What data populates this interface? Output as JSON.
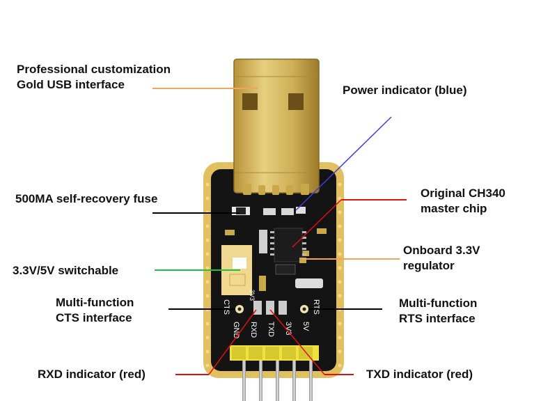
{
  "labels": {
    "usb": [
      "Professional customization",
      "Gold USB interface"
    ],
    "power": "Power indicator (blue)",
    "fuse": "500MA self-recovery fuse",
    "chip": [
      "Original CH340",
      "master chip"
    ],
    "regulator": [
      "Onboard 3.3V",
      "regulator"
    ],
    "switch": "3.3V/5V switchable",
    "cts": [
      "Multi-function",
      "CTS interface"
    ],
    "rts": [
      "Multi-function",
      "RTS interface"
    ],
    "rxd_led": "RXD indicator (red)",
    "txd_led": "TXD indicator (red)"
  },
  "silkscreen": {
    "cts": "CTS",
    "rts": "RTS",
    "gnd": "GND",
    "rxd": "RXD",
    "txd": "TXD",
    "v33": "3V3",
    "v5": "5V",
    "switch_marks": "3V3"
  },
  "colors": {
    "usb_line": "#f2a35c",
    "power_line": "#3b3fd8",
    "fuse_line": "#000000",
    "chip_line": "#e01010",
    "regulator_line": "#f2a35c",
    "switch_line": "#22c040",
    "cts_line": "#000000",
    "rts_line": "#000000",
    "rxd_line": "#e01010",
    "txd_line": "#e01010",
    "pcb": "#141414",
    "pcb_edge": "#e2c060",
    "gold": "#c8a848",
    "header": "#f0e040"
  }
}
